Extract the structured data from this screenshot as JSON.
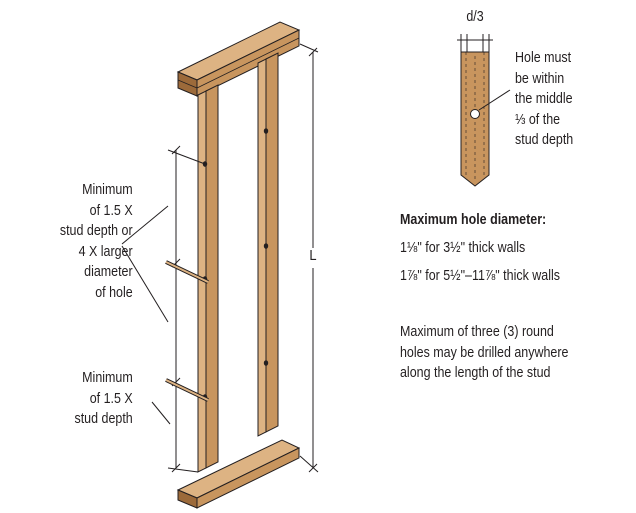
{
  "labels": {
    "min_spacing_large": [
      "Minimum",
      "of 1.5 X",
      "stud depth or",
      "4 X larger",
      "diameter",
      "of hole"
    ],
    "min_spacing_small": [
      "Minimum",
      "of 1.5 X",
      "stud depth"
    ],
    "length": "L",
    "d3": "d/3",
    "hole_note": [
      "Hole must",
      "be within",
      "the middle",
      "⅓ of the",
      "stud depth"
    ]
  },
  "specs": {
    "heading": "Maximum hole diameter:",
    "line1": "1⅛\" for 3½\" thick walls",
    "line2": "1⅞\" for 5½\"–11⅞\" thick walls"
  },
  "note": [
    "Maximum of three (3) round",
    "holes may be drilled anywhere",
    "along the length of the stud"
  ],
  "colors": {
    "wood": "#c8955e",
    "wood_light": "#ddb383",
    "wood_dark": "#9c6a3a",
    "line": "#231f20"
  }
}
